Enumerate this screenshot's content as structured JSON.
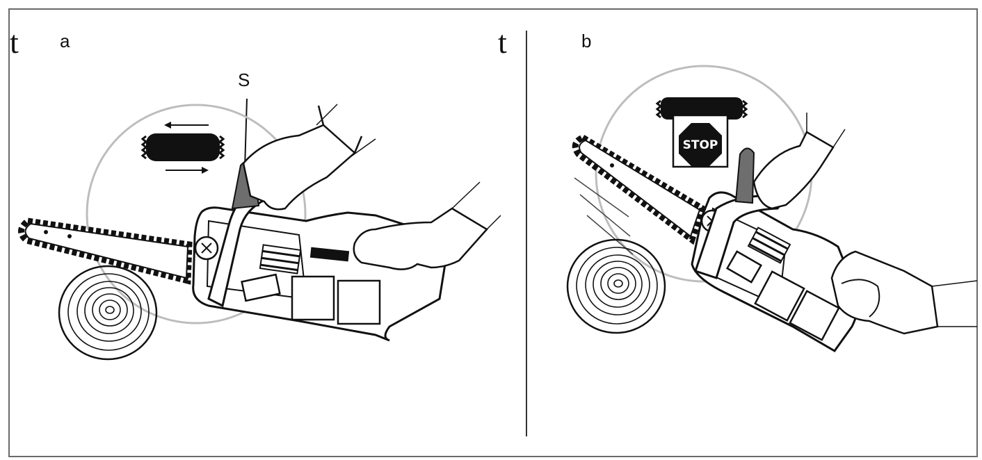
{
  "panels": [
    {
      "marker": "t",
      "label": "a",
      "callout": "S"
    },
    {
      "marker": "t",
      "label": "b",
      "stop_sign": "STOP"
    }
  ],
  "colors": {
    "line": "#111111",
    "circle": "#bdbdbd",
    "lever": "#6e6e6e",
    "frame": "#6a6a6a"
  }
}
